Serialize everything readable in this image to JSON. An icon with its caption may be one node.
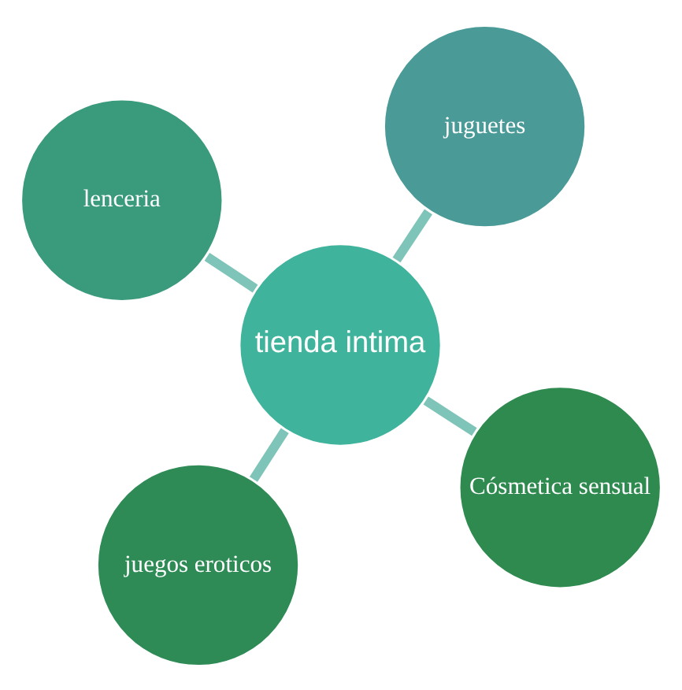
{
  "diagram": {
    "nodes": [
      {
        "text": [
          "tienda intima"
        ]
      },
      {
        "text": [
          "Cósmetica sensual"
        ]
      },
      {
        "text": [
          "juegos eroticos"
        ]
      },
      {
        "text": [
          "lenceria"
        ]
      },
      {
        "text": [
          "juguetes"
        ]
      }
    ],
    "edges": [
      {
        "from": 0,
        "to": 1,
        "arrow": "none"
      },
      {
        "from": 0,
        "to": 2,
        "arrow": "none"
      },
      {
        "from": 0,
        "to": 3,
        "arrow": "none"
      },
      {
        "from": 0,
        "to": 4,
        "arrow": "none"
      }
    ]
  }
}
